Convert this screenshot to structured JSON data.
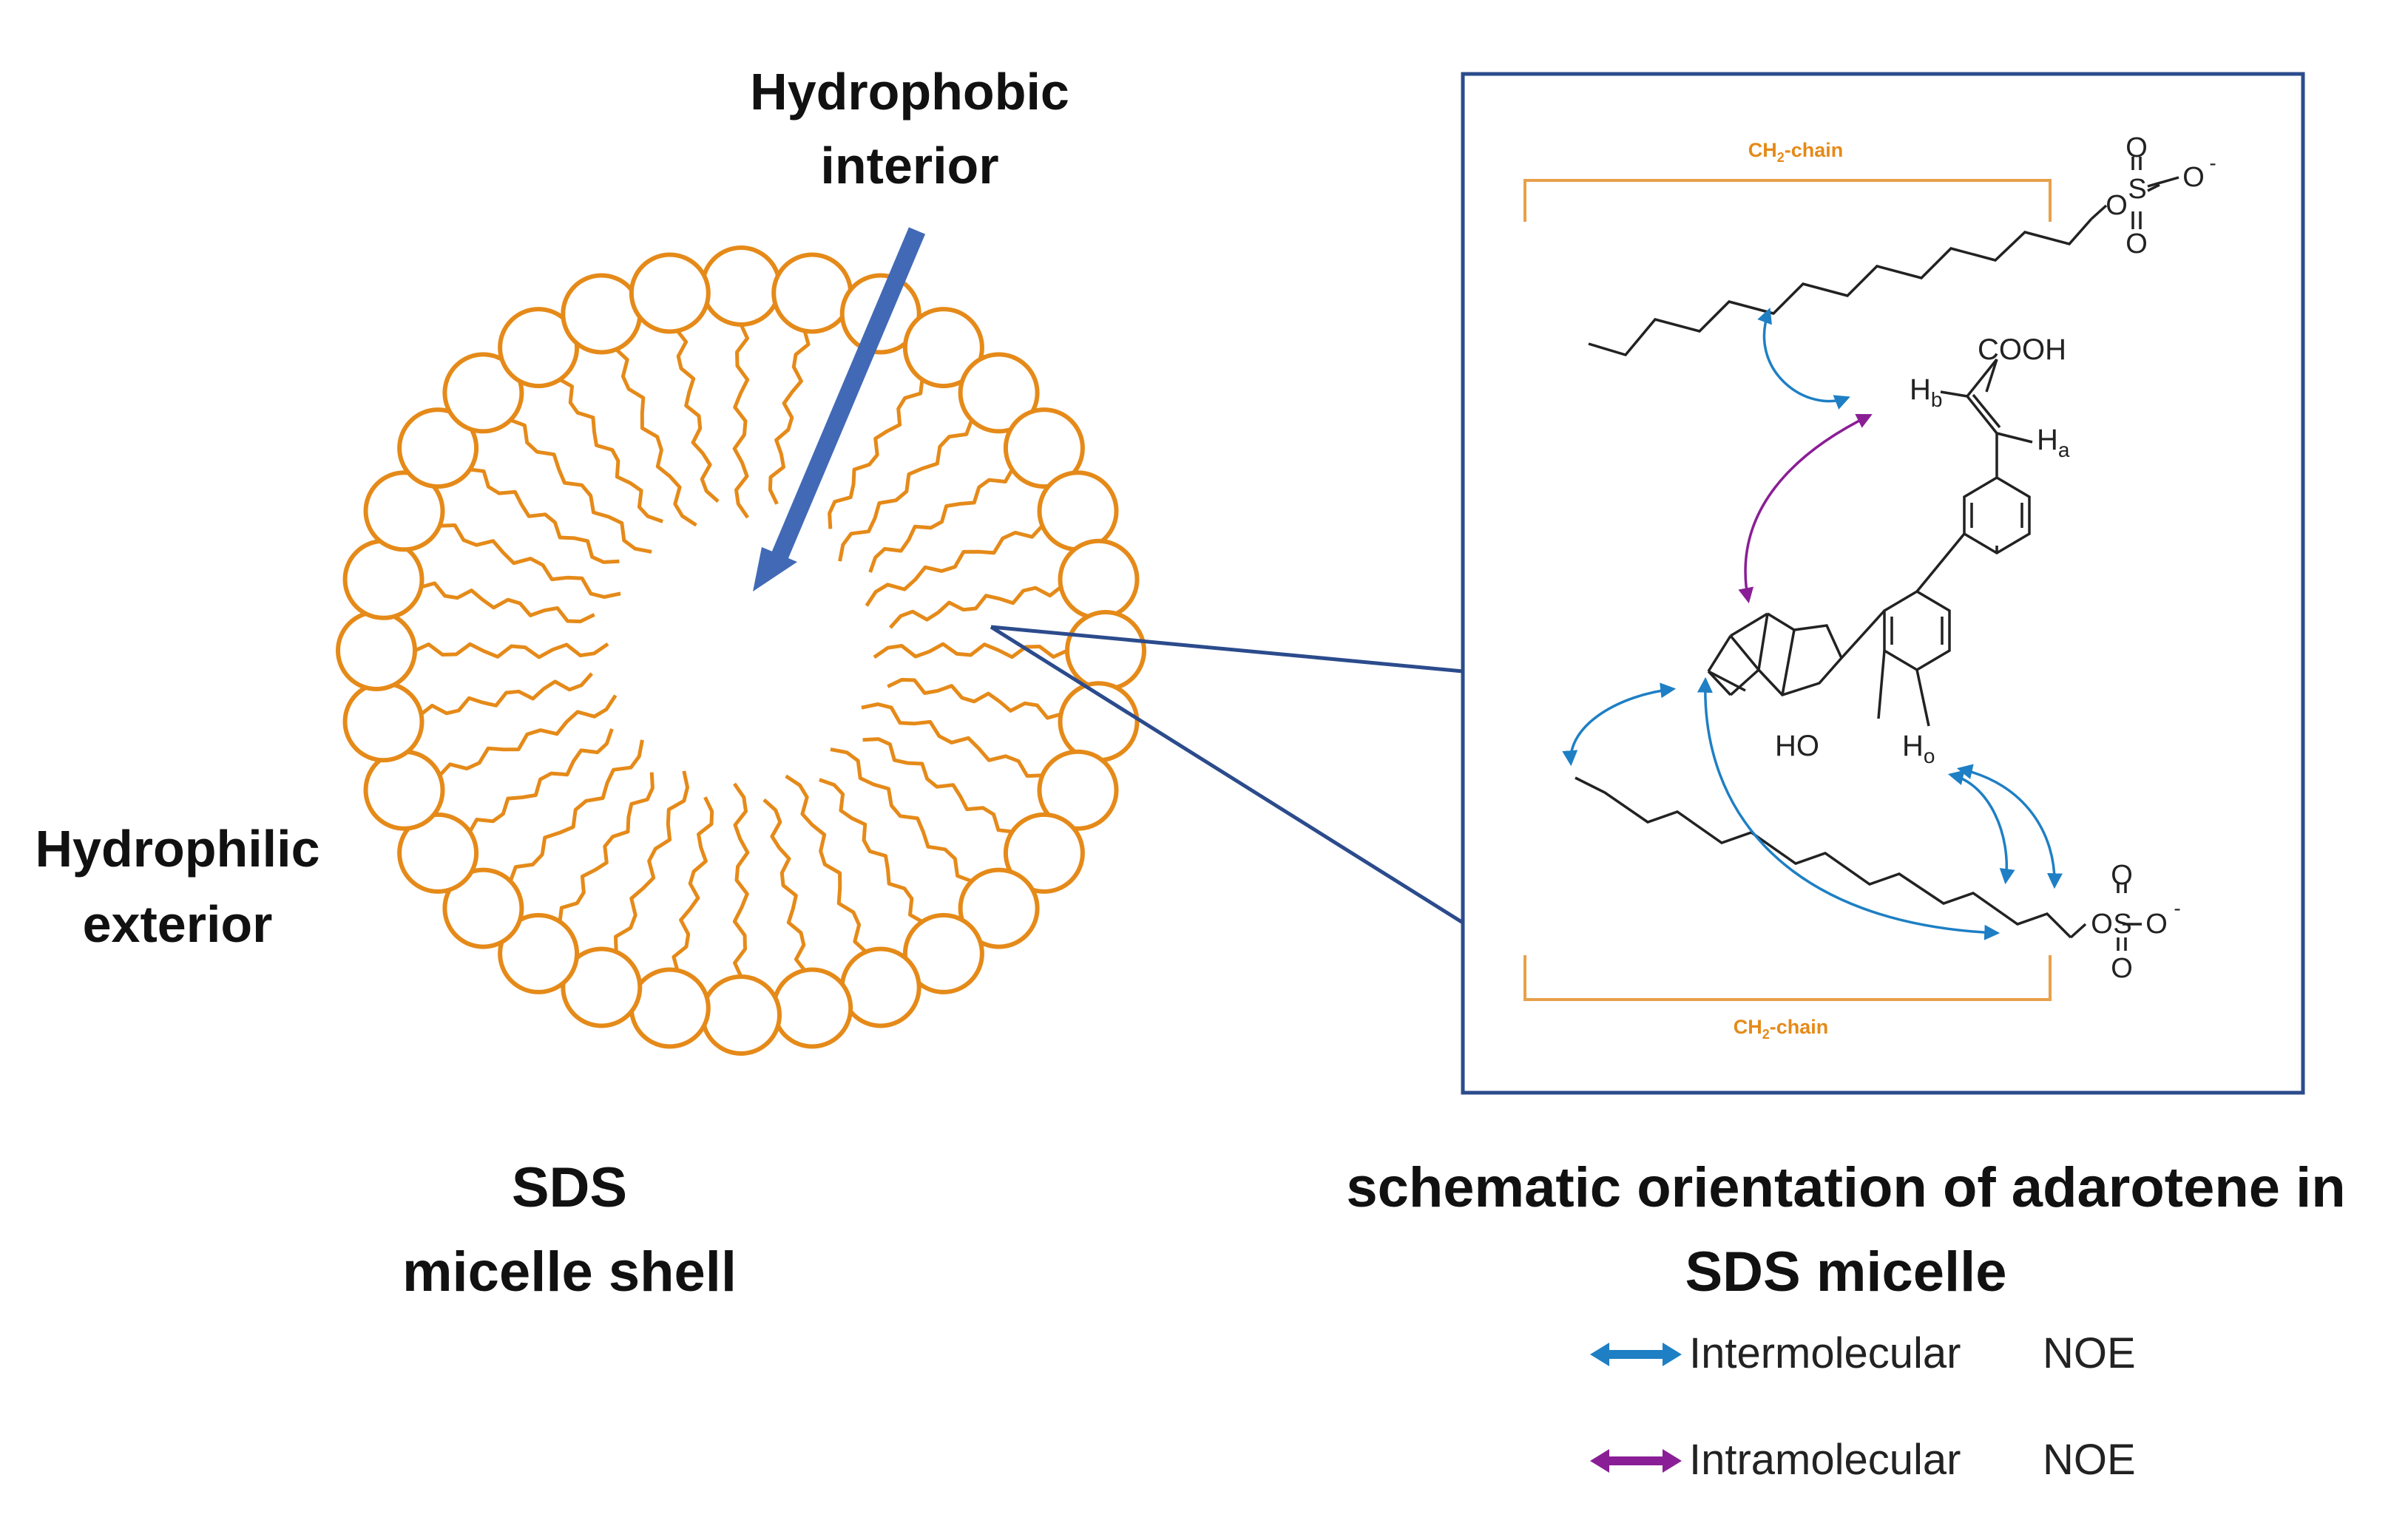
{
  "labels": {
    "hydrophobic_line1": "Hydrophobic",
    "hydrophobic_line2": "interior",
    "hydrophilic_line1": "Hydrophilic",
    "hydrophilic_line2": "exterior",
    "sds_line1": "SDS",
    "sds_line2": "micelle shell",
    "title_line1": "schematic orientation of adarotene in",
    "title_line2": "SDS micelle"
  },
  "chain_label": {
    "prefix": "CH",
    "subscript": "2",
    "suffix": "-chain"
  },
  "chemistry": {
    "cooh": "COOH",
    "ho": "HO",
    "o": "O",
    "s": "S",
    "minus": "-",
    "h": "H",
    "h_sub_a": "a",
    "h_sub_b": "b",
    "h_sub_o": "o"
  },
  "legend": {
    "items": [
      {
        "label": "Intermolecular",
        "suffix": "NOE",
        "color": "#1e7fc4"
      },
      {
        "label": "Intramolecular",
        "suffix": "NOE",
        "color": "#8a1e96"
      }
    ]
  },
  "colors": {
    "micelle": "#e58a19",
    "arrow": "#4169b6",
    "box": "#2b4b8c",
    "chain_bracket": "#e8a04a",
    "intermolecular": "#1e7fc4",
    "intramolecular": "#8a1e96"
  }
}
